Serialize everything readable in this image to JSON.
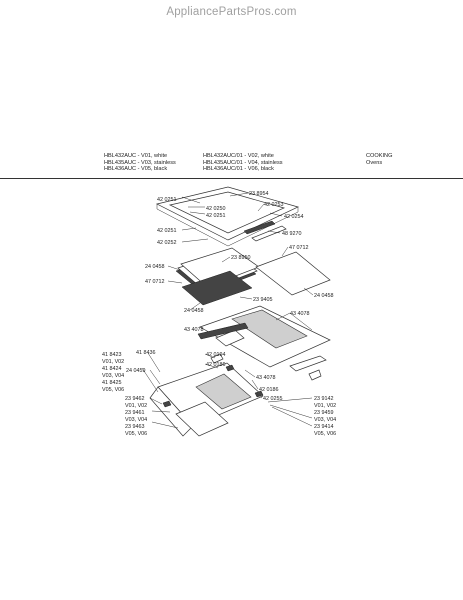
{
  "watermark": "AppliancePartsPros.com",
  "header": {
    "models_left": [
      "HBL432AUC - V01, white",
      "HBL435AUC - V03, stainless",
      "HBL436AUC - V05, black"
    ],
    "models_right": [
      "HBL432AUC/01 - V02, white",
      "HBL435AUC/01 - V04, stainless",
      "HBL436AUC/01 - V06, black"
    ],
    "category": [
      "COOKING",
      "Ovens"
    ]
  },
  "parts": [
    "42 0251",
    "23 8954",
    "42 0250",
    "42 0253",
    "42 0251",
    "42 0254",
    "42 0251",
    "48 9270",
    "42 0252",
    "23 8950",
    "47 0712",
    "24 0458",
    "47 0712",
    "24 0458",
    "23 9405",
    "24 0458",
    "43 4078",
    "43 4078",
    "41 8436",
    "24 0459",
    "42 0194",
    "42 0186",
    "43 4078",
    "42 0186",
    "42 0255",
    "23 9142",
    "V01, V02",
    "23 9459",
    "V03, V04",
    "23 9414",
    "V05, V06",
    "41 8423",
    "V01, V02",
    "41 8424",
    "V03, V04",
    "41 8425",
    "V05, V06",
    "23 9462",
    "V01, V02",
    "23 9461",
    "V03, V04",
    "23 9463",
    "V05, V06"
  ]
}
